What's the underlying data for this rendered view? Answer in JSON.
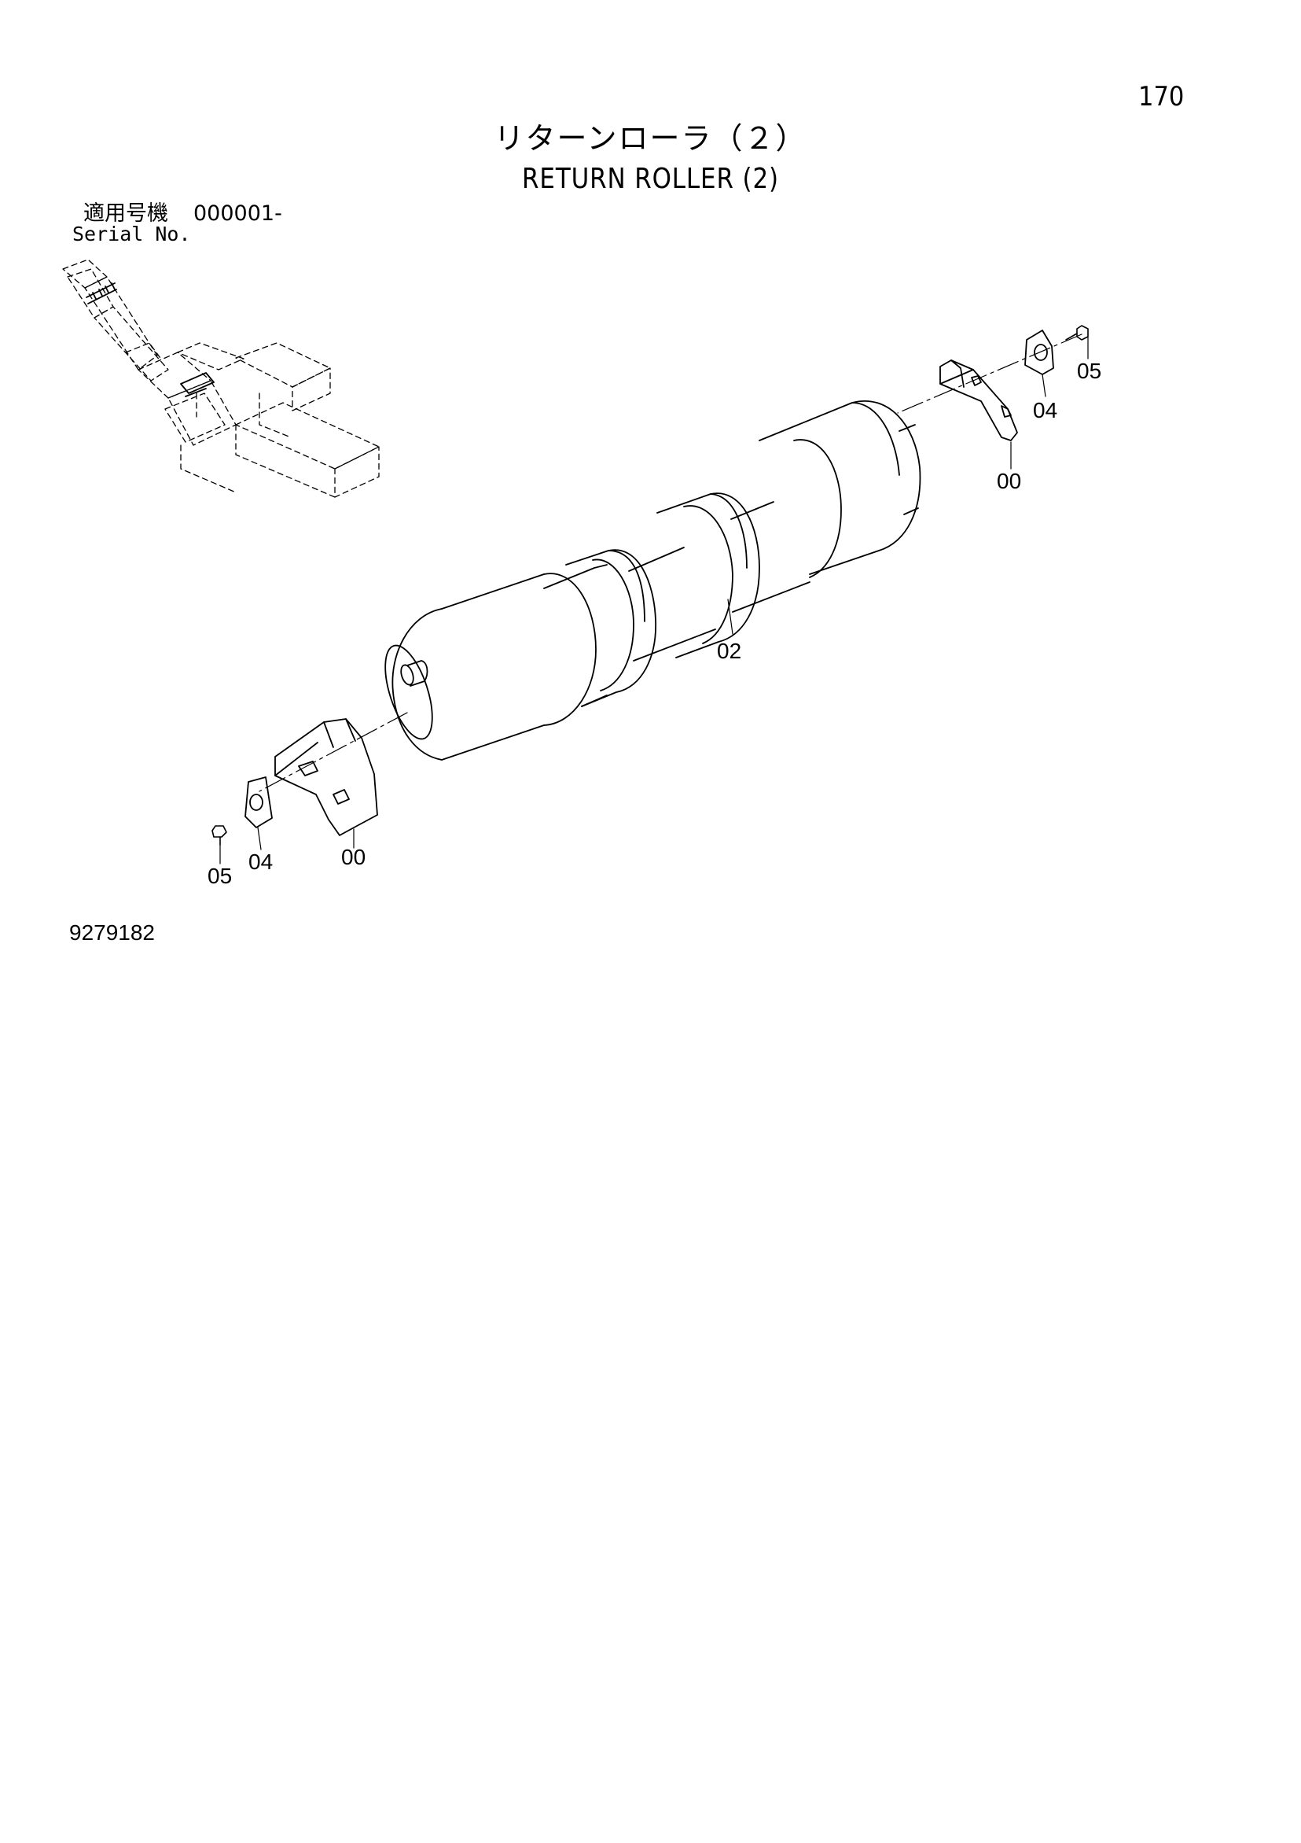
{
  "page_number": "170",
  "title_jp": "リターンローラ（２）",
  "title_en": "RETURN ROLLER (2)",
  "serial": {
    "label_jp": "適用号機",
    "value": "000001-",
    "label_en": "Serial No."
  },
  "diagram_number": "9279182",
  "callouts": {
    "c00_right": "00",
    "c04_right": "04",
    "c05_right": "05",
    "c02": "02",
    "c00_left": "00",
    "c04_left": "04",
    "c05_left": "05"
  }
}
